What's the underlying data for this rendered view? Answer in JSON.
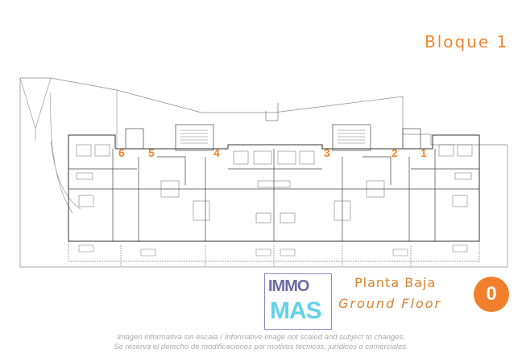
{
  "header": {
    "title": "Bloque 1"
  },
  "plan": {
    "units": [
      "6",
      "5",
      "4",
      "3",
      "2",
      "1"
    ],
    "line_color": "#555555"
  },
  "floor": {
    "name_es": "Planta Baja",
    "name_en": "Ground Floor",
    "number": "0",
    "accent": "#f27f2b"
  },
  "logo": {
    "line1": "IMMO",
    "line2": "MAS"
  },
  "disclaimer": {
    "line1": "Imagen informativa sin escala /  Informative image not scaled and subject to changes.",
    "line2": "Se reserva el derecho de modificaciones por motivos técnicos, jurídicos o comerciales."
  }
}
